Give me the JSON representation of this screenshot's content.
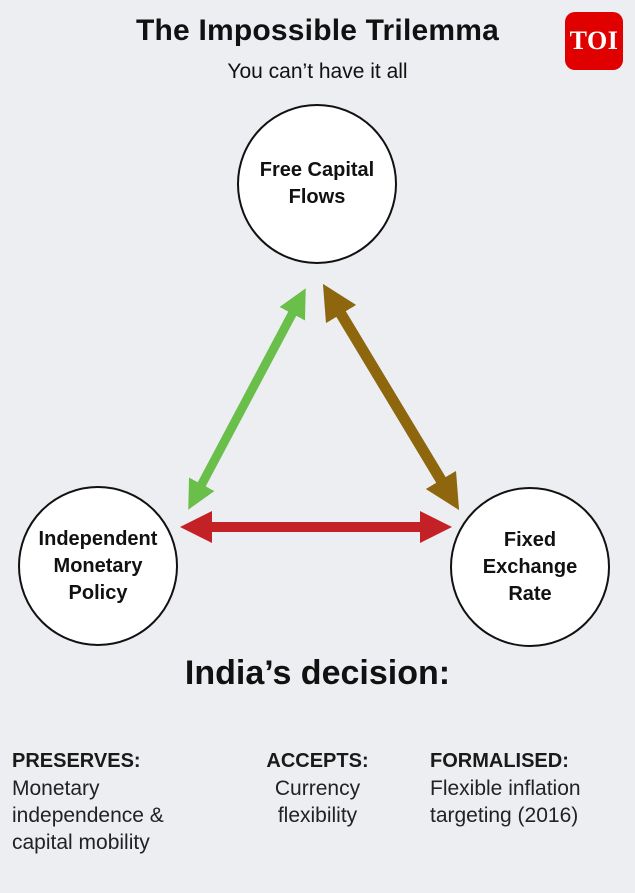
{
  "header": {
    "title": "The Impossible Trilemma",
    "subtitle": "You can’t have it all",
    "logo": {
      "text": "TOI",
      "background": "#e00000"
    }
  },
  "diagram": {
    "nodes": [
      {
        "id": "free-capital-flows",
        "lines": [
          "Free Capital",
          "Flows"
        ]
      },
      {
        "id": "independent-monetary-policy",
        "lines": [
          "Independent",
          "Monetary",
          "Policy"
        ]
      },
      {
        "id": "fixed-exchange-rate",
        "lines": [
          "Fixed",
          "Exchange",
          "Rate"
        ]
      }
    ],
    "arrows": [
      {
        "id": "monetary-policy-to-capital-flows",
        "color": "#6abf4b"
      },
      {
        "id": "capital-flows-to-exchange-rate",
        "color": "#8e660e"
      },
      {
        "id": "monetary-policy-to-exchange-rate",
        "color": "#c42127"
      }
    ]
  },
  "decision": {
    "heading": "India’s decision:",
    "columns": [
      {
        "title": "PRESERVES:",
        "lines": [
          "Monetary",
          "independence &",
          "capital mobility"
        ]
      },
      {
        "title": "ACCEPTS:",
        "lines": [
          "Currency",
          "flexibility"
        ]
      },
      {
        "title": "FORMALISED:",
        "lines": [
          "Flexible inflation",
          "targeting (2016)"
        ]
      }
    ]
  },
  "colors": {
    "background": "#edeef2",
    "text": "#1a1a1a",
    "circle_fill": "#ffffff",
    "circle_border": "#111111"
  }
}
